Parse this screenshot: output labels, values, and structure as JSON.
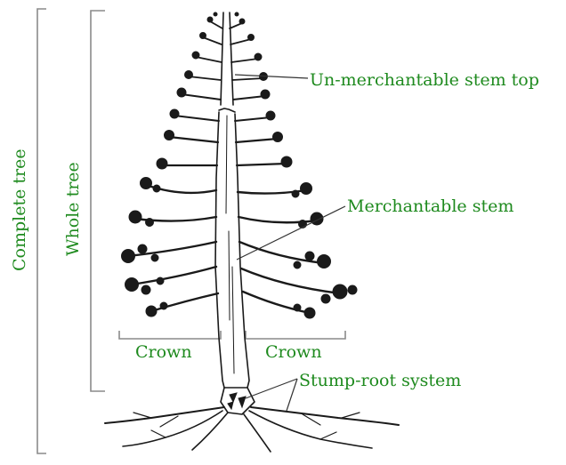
{
  "labels": {
    "complete_tree": "Complete tree",
    "whole_tree": "Whole tree",
    "unmerchantable_top": "Un-merchantable stem top",
    "merchantable_stem": "Merchantable stem",
    "crown_left": "Crown",
    "crown_right": "Crown",
    "stump_root": "Stump-root system"
  },
  "colors": {
    "label_green": "#1e8a1e",
    "ink": "#1a1a1a",
    "bracket_gray": "#8a8a8a"
  }
}
